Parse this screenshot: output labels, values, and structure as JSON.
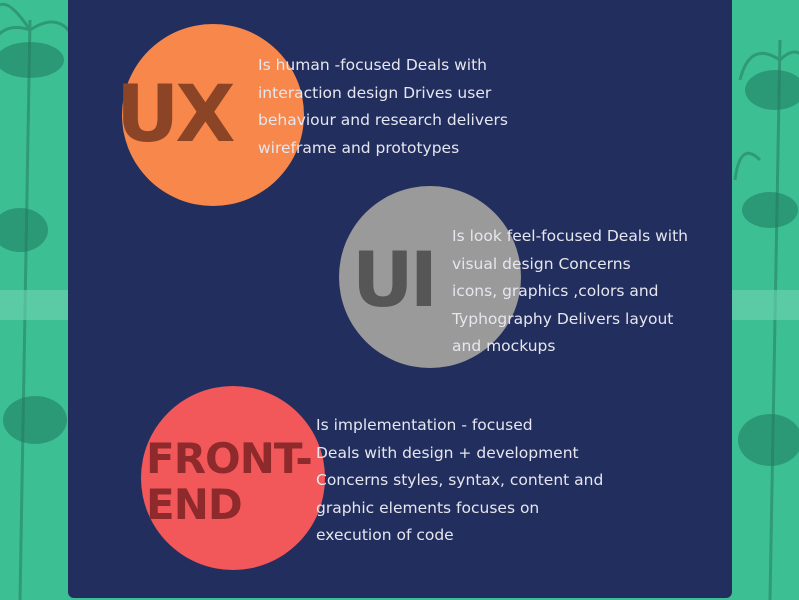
{
  "colors": {
    "background": "#3dbf94",
    "card": "#222e5e",
    "ux_circle": "#f7874a",
    "ui_circle": "#9a9a9a",
    "frontend_circle": "#f2585a",
    "text": "#e6e6ee"
  },
  "sections": [
    {
      "title": "UX",
      "lines": [
        "Is human -focused Deals with",
        "interaction design Drives user",
        "behaviour and research delivers",
        "wireframe and prototypes"
      ]
    },
    {
      "title": "UI",
      "lines": [
        "Is look feel-focused Deals with",
        "visual design Concerns",
        "icons, graphics ,colors and",
        "Typhography Delivers layout",
        "and mockups"
      ]
    },
    {
      "title_lines": [
        "FRONT-",
        "END"
      ],
      "lines": [
        "Is implementation - focused",
        "Deals with design + development",
        "Concerns styles, syntax, content and",
        "graphic elements focuses on",
        "execution of code"
      ]
    }
  ]
}
